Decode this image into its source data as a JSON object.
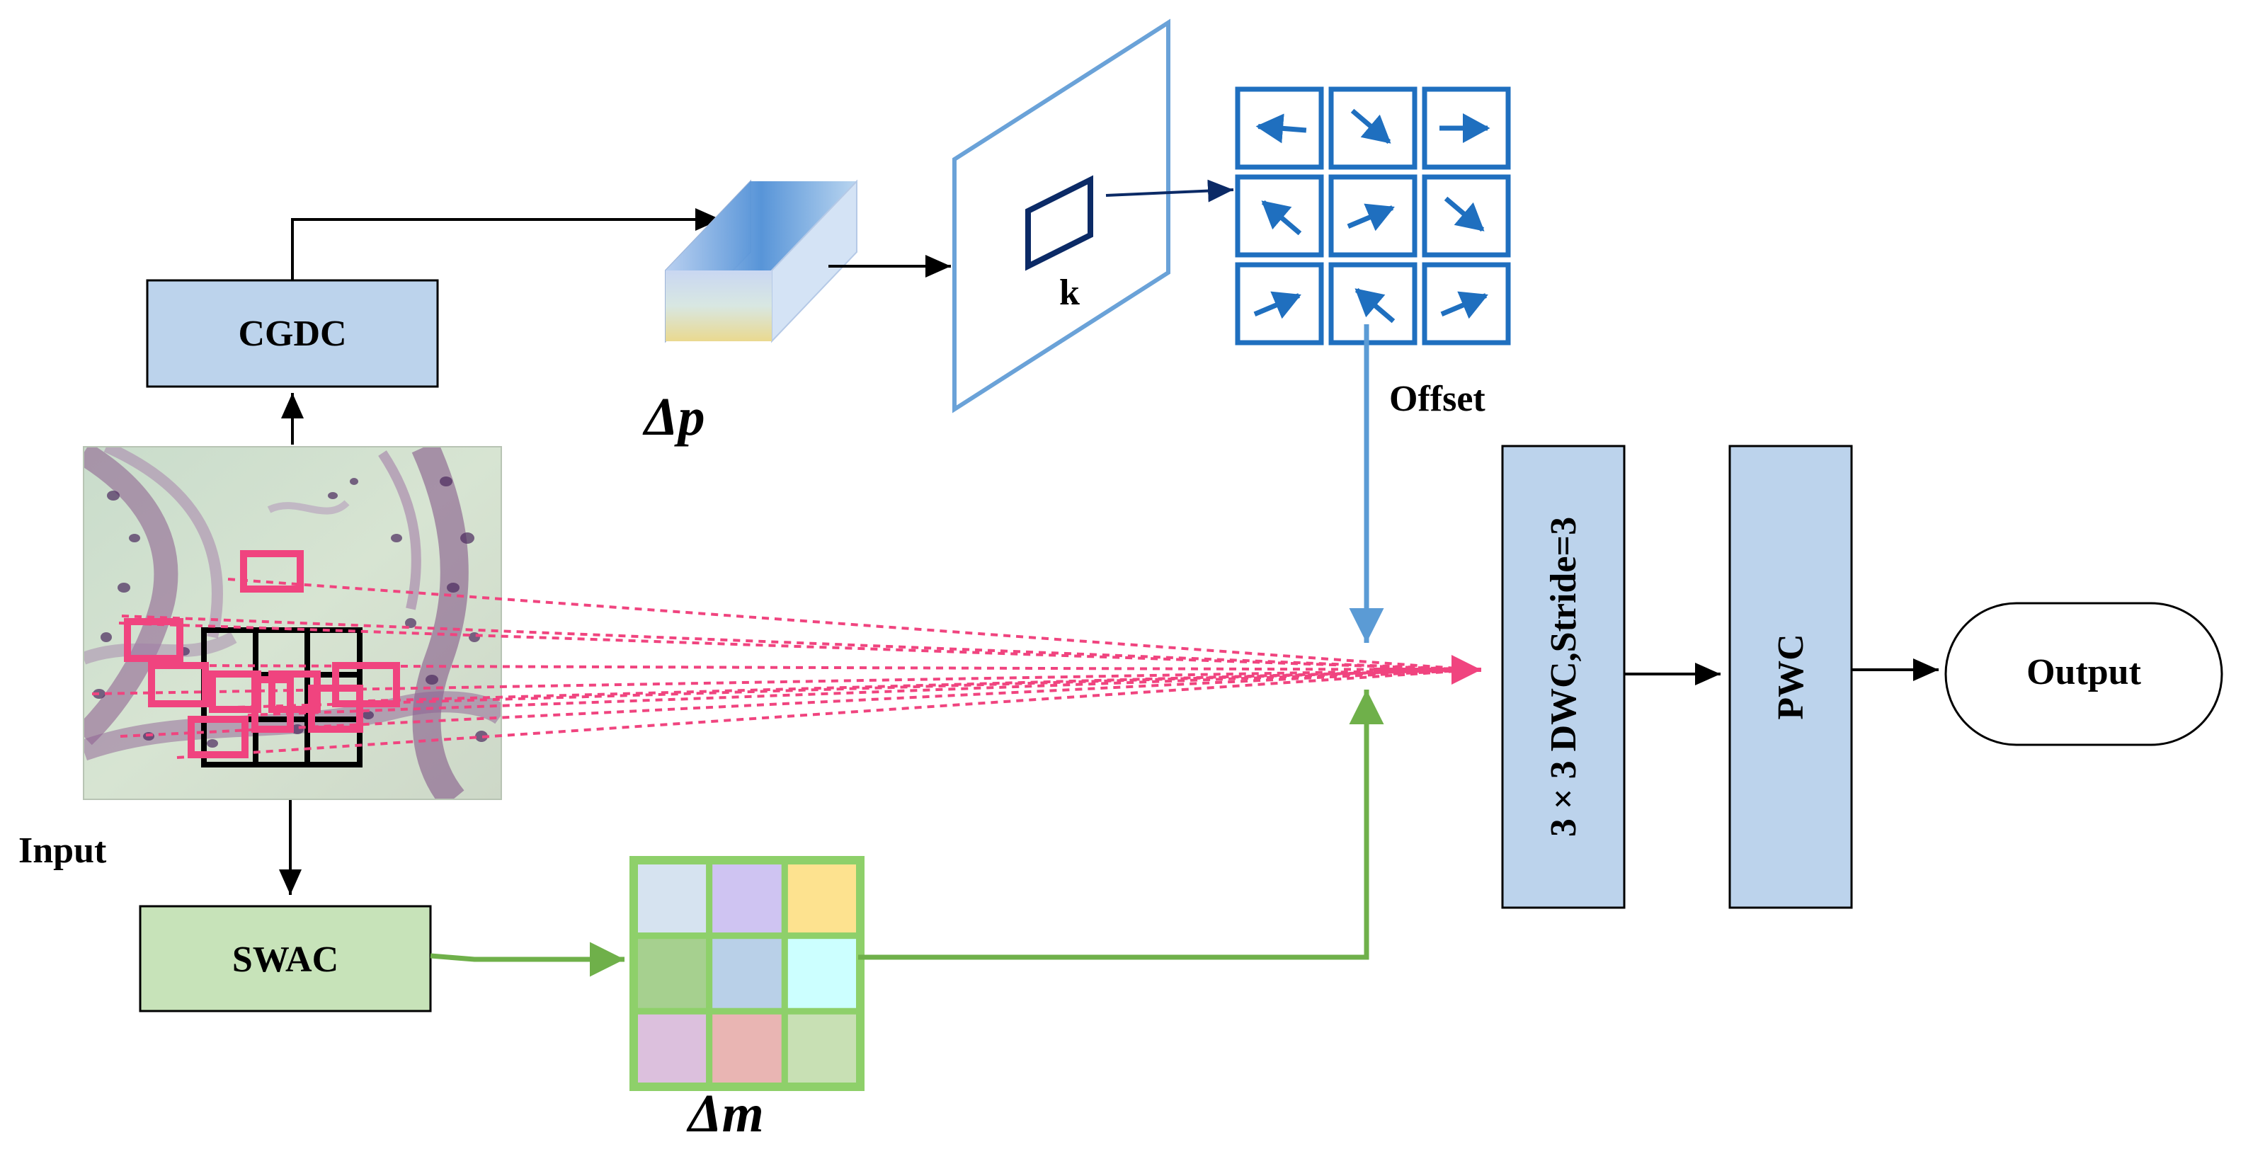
{
  "labels": {
    "cgdc": "CGDC",
    "swac": "SWAC",
    "input": "Input",
    "delta_p": "Δp",
    "delta_m": "Δm",
    "kernel": "k",
    "offset": "Offset",
    "dwc": "3 × 3 DWC,Stride=3",
    "pwc": "PWC",
    "output": "Output"
  },
  "offset_grid": {
    "arrow_directions": [
      "left",
      "down-right",
      "right",
      "up-left",
      "up-right",
      "down-right",
      "up-right",
      "up-left",
      "up-right"
    ]
  },
  "mask_grid": {
    "cell_colors": [
      "#d6e3f0",
      "#cfc4f2",
      "#fde28f",
      "#a6d08f",
      "#b9d0e8",
      "#ccffff",
      "#dcc0dd",
      "#e9b5b3",
      "#c8e0b4"
    ]
  },
  "colors": {
    "blue_box": "#bcd3ec",
    "green_box": "#c7e3b9",
    "offset_blue": "#1f6fbf",
    "pink": "#f0447f",
    "green_line": "#6fb04a",
    "light_blue_line": "#5b9bd5"
  }
}
